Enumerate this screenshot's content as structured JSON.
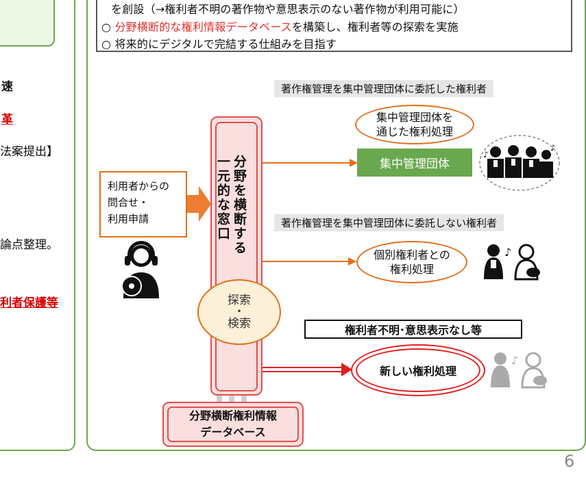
{
  "left_panel": {
    "line1": "速",
    "line2": "革",
    "line3": "法案提出】",
    "line4": "論点整理。",
    "line5": "利者保護等"
  },
  "top_box": {
    "line1": "を創設（→権利者不明の著作物や意思表示のない著作物が利用可能に）",
    "line2_bullet": "○ ",
    "line2_em": "分野横断的な権利情報データベース",
    "line2_rest": "を構築し、権利者等の探索を実施",
    "line3": "○ 将来的にデジタルで完結する仕組みを目指す"
  },
  "diagram": {
    "head_entrusted": "著作権管理を集中管理団体に委託した権利者",
    "oval_collective_1": "集中管理団体を",
    "oval_collective_2": "通じた権利処理",
    "collective_org": "集中管理団体",
    "user_line1": "利用者からの",
    "user_line2": "問合せ・",
    "user_line3": "利用申請",
    "pillar_col1": "分野を横断する",
    "pillar_col2": "一元的な窓口",
    "search_line1": "探索",
    "search_dot": "・",
    "search_line2": "検索",
    "head_not_entrusted": "著作権管理を集中管理団体に委託しない権利者",
    "oval_individual_1": "個別権利者との",
    "oval_individual_2": "権利処理",
    "unknown_label": "権利者不明･意思表示なし等",
    "new_processing": "新しい権利処理",
    "db_line1": "分野横断権利情報",
    "db_line2": "データベース"
  },
  "page_number": "6",
  "colors": {
    "green_border": "#6aa84f",
    "orange": "#e0701c",
    "red": "#e02020",
    "pink_fill": "#fbdede"
  }
}
